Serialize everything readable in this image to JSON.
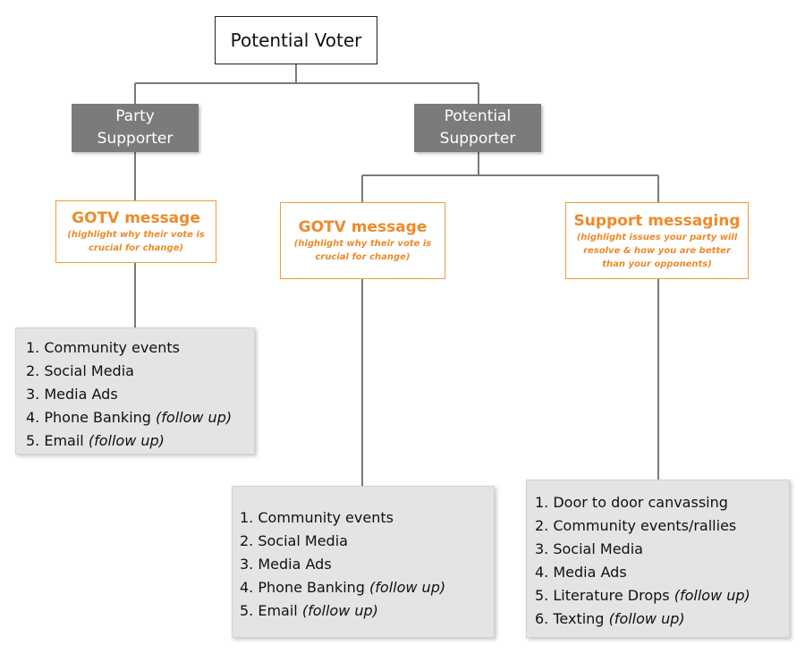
{
  "root": {
    "label": "Potential Voter"
  },
  "branches": [
    {
      "label_lines": [
        "Party",
        "Supporter"
      ],
      "messages": [
        {
          "title": "GOTV message",
          "subtitle_lines": [
            "(highlight why their vote is",
            "crucial for change)"
          ],
          "items": [
            {
              "num": "1.",
              "text": "Community events",
              "note": ""
            },
            {
              "num": "2.",
              "text": "Social Media",
              "note": ""
            },
            {
              "num": "3.",
              "text": "Media Ads",
              "note": ""
            },
            {
              "num": "4.",
              "text": "Phone Banking",
              "note": "(follow up)"
            },
            {
              "num": "5.",
              "text": "Email",
              "note": "(follow up)"
            }
          ]
        }
      ]
    },
    {
      "label_lines": [
        "Potential",
        "Supporter"
      ],
      "messages": [
        {
          "title": "GOTV message",
          "subtitle_lines": [
            "(highlight why their vote is",
            "crucial for change)"
          ],
          "items": [
            {
              "num": "1.",
              "text": "Community events",
              "note": ""
            },
            {
              "num": "2.",
              "text": "Social Media",
              "note": ""
            },
            {
              "num": "3.",
              "text": "Media Ads",
              "note": ""
            },
            {
              "num": "4.",
              "text": "Phone Banking",
              "note": "(follow up)"
            },
            {
              "num": "5.",
              "text": "Email",
              "note": "(follow up)"
            }
          ]
        },
        {
          "title": "Support messaging",
          "subtitle_lines": [
            "(highlight issues your party will",
            "resolve & how you are better",
            "than your opponents)"
          ],
          "items": [
            {
              "num": "1.",
              "text": "Door to door canvassing",
              "note": ""
            },
            {
              "num": "2.",
              "text": "Community events/rallies",
              "note": ""
            },
            {
              "num": "3.",
              "text": "Social Media",
              "note": ""
            },
            {
              "num": "4.",
              "text": "Media Ads",
              "note": ""
            },
            {
              "num": "5.",
              "text": "Literature Drops",
              "note": "(follow up)"
            },
            {
              "num": "6.",
              "text": "Texting",
              "note": "(follow up)"
            }
          ]
        }
      ]
    }
  ],
  "colors": {
    "connector": "#7a7a7a",
    "accent": "#ee8a2a",
    "grey_box": "#7b7b7b",
    "list_bg": "#e6e3e7"
  }
}
